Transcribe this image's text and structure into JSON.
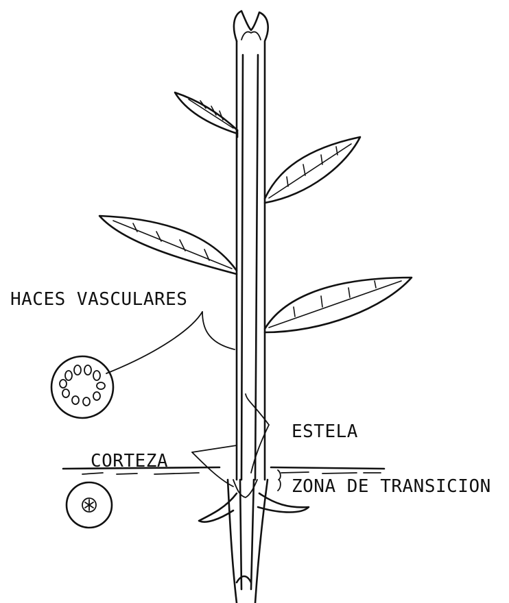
{
  "labels": {
    "vascular_bundles": "HACES VASCULARES",
    "stele": "ESTELA",
    "cortex": "CORTEZA",
    "transition_zone": "ZONA DE TRANSICION"
  }
}
